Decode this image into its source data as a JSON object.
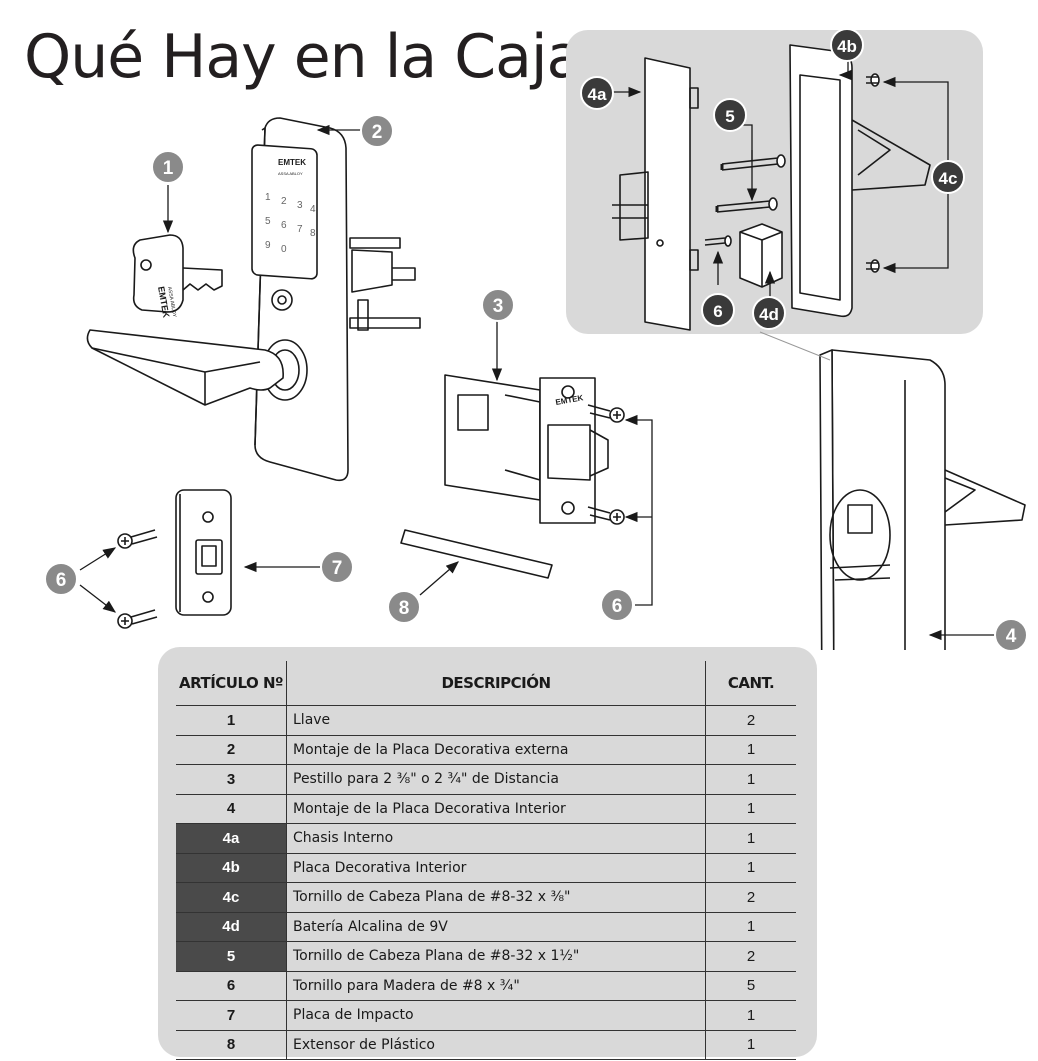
{
  "title": "Qué Hay en la Caja",
  "diagram": {
    "key_brand": "EMTEK",
    "key_sub": "ASSA ABLOY",
    "keypad_brand": "EMTEK",
    "keypad_sub": "ASSA ABLOY",
    "keypad_digits": [
      "1",
      "2",
      "3",
      "4",
      "5",
      "6",
      "7",
      "8",
      "9",
      "0"
    ],
    "latch_brand": "EMTEK",
    "callouts": {
      "c1": "1",
      "c2": "2",
      "c3": "3",
      "c4": "4",
      "c4a": "4a",
      "c4b": "4b",
      "c4c": "4c",
      "c4d": "4d",
      "c5": "5",
      "c6a": "6",
      "c6b": "6",
      "c6c": "6",
      "c7": "7",
      "c8": "8"
    }
  },
  "table": {
    "headers": {
      "item": "ARTÍCULO Nº",
      "description": "DESCRIPCIÓN",
      "qty": "CANT."
    },
    "rows": [
      {
        "item": "1",
        "description": "Llave",
        "qty": "2",
        "dark": false
      },
      {
        "item": "2",
        "description": "Montaje de la Placa Decorativa externa",
        "qty": "1",
        "dark": false
      },
      {
        "item": "3",
        "description": "Pestillo para 2 ⅜\" o 2 ¾\" de Distancia",
        "qty": "1",
        "dark": false
      },
      {
        "item": "4",
        "description": "Montaje de la Placa Decorativa Interior",
        "qty": "1",
        "dark": false
      },
      {
        "item": "4a",
        "description": "Chasis Interno",
        "qty": "1",
        "dark": true
      },
      {
        "item": "4b",
        "description": "Placa Decorativa Interior",
        "qty": "1",
        "dark": true
      },
      {
        "item": "4c",
        "description": "Tornillo de Cabeza Plana de #8-32 x ⅜\"",
        "qty": "2",
        "dark": true
      },
      {
        "item": "4d",
        "description": "Batería Alcalina de 9V",
        "qty": "1",
        "dark": true
      },
      {
        "item": "5",
        "description": "Tornillo de Cabeza Plana de #8-32 x 1½\"",
        "qty": "2",
        "dark": true
      },
      {
        "item": "6",
        "description": "Tornillo para Madera de #8 x ¾\"",
        "qty": "5",
        "dark": false
      },
      {
        "item": "7",
        "description": "Placa de Impacto",
        "qty": "1",
        "dark": false
      },
      {
        "item": "8",
        "description": "Extensor de Plástico",
        "qty": "1",
        "dark": false
      }
    ]
  }
}
